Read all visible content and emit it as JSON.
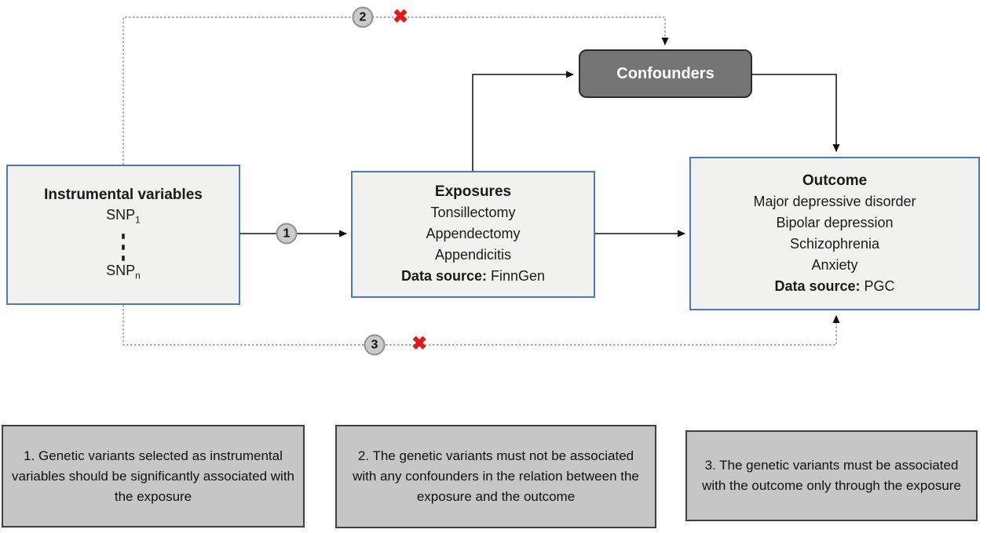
{
  "diagram": {
    "iv_box": {
      "title": "Instrumental variables",
      "snp_first_base": "SNP",
      "snp_first_sub": "1",
      "dots": "⋮",
      "snp_last_base": "SNP",
      "snp_last_sub": "n"
    },
    "exposures_box": {
      "title": "Exposures",
      "items": [
        "Tonsillectomy",
        "Appendectomy",
        "Appendicitis"
      ],
      "data_source_label": "Data source:",
      "data_source_value": "FinnGen"
    },
    "outcome_box": {
      "title": "Outcome",
      "items": [
        "Major depressive disorder",
        "Bipolar depression",
        "Schizophrenia",
        "Anxiety"
      ],
      "data_source_label": "Data source:",
      "data_source_value": "PGC"
    },
    "confounders_box": {
      "label": "Confounders"
    },
    "badges": [
      {
        "label": "1"
      },
      {
        "label": "2"
      },
      {
        "label": "3"
      }
    ],
    "cross_mark": "✖"
  },
  "assumptions": [
    {
      "text": "1. Genetic variants selected as instrumental variables should be significantly associated with the exposure"
    },
    {
      "text": "2. The genetic variants must not be associated with any confounders in the relation between the exposure and the outcome"
    },
    {
      "text": "3. The genetic variants must be associated with the outcome only through the exposure"
    }
  ],
  "colors": {
    "node_border_blue": "#4a7ab8",
    "node_fill": "#f1f1f0",
    "confounders_fill": "#757575",
    "assumption_fill": "#c6c6c6",
    "badge_fill": "#cccbcb",
    "cross_red": "#e01a1a",
    "dashed_line": "#8f8f8f",
    "solid_line": "#333333"
  }
}
